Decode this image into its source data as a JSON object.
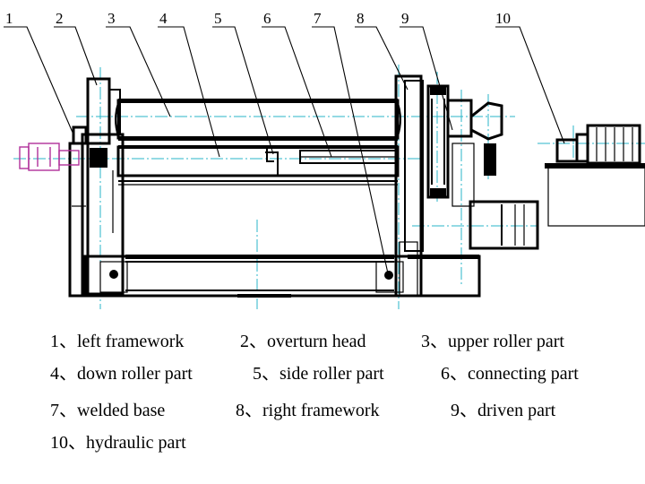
{
  "callout_numbers": [
    "1",
    "2",
    "3",
    "4",
    "5",
    "6",
    "7",
    "8",
    "9",
    "10"
  ],
  "legend": [
    "1、left framework",
    "2、overturn head",
    "3、upper roller part",
    "4、down roller part",
    "5、side roller part",
    "6、connecting part",
    "7、welded base",
    "8、right framework",
    "9、driven part",
    "10、hydraulic part"
  ],
  "colors": {
    "lines": "#000000",
    "centerlines": "#29b6c9",
    "overturn_cylinder": "#b0309a",
    "background": "#ffffff"
  }
}
